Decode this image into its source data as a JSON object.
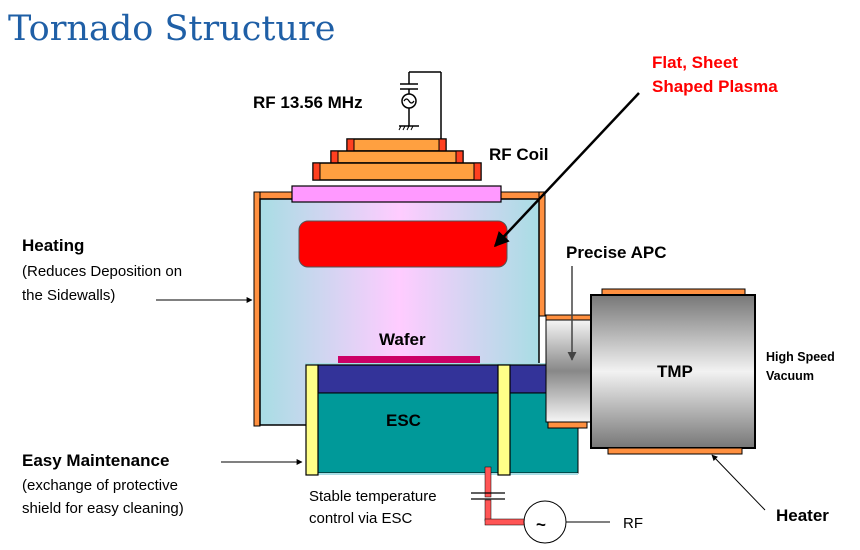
{
  "title": "Tornado Structure",
  "labels": {
    "rf_source": "RF 13.56 MHz",
    "rf_coil": "RF Coil",
    "plasma_line1": "Flat, Sheet",
    "plasma_line2": "Shaped Plasma",
    "heating_title": "Heating",
    "heating_line1": "(Reduces Deposition on",
    "heating_line2": "the Sidewalls)",
    "precise_apc": "Precise APC",
    "wafer": "Wafer",
    "esc": "ESC",
    "tmp": "TMP",
    "high_speed_line1": "High Speed",
    "high_speed_line2": "Vacuum",
    "maintenance_title": "Easy Maintenance",
    "maintenance_line1": "(exchange of protective",
    "maintenance_line2": "shield for easy cleaning)",
    "stable_line1": "Stable temperature",
    "stable_line2": "control via ESC",
    "rf_bias": "RF",
    "heater": "Heater",
    "ac_symbol": "~"
  },
  "colors": {
    "title": "#1f5fa6",
    "plasma": "#ff0000",
    "plasma_label": "#ff0000",
    "heater_orange": "#ff9040",
    "coil_orange": "#ffa040",
    "coil_end_red": "#ff4020",
    "window_pink": "#ff99ff",
    "chamber_edge": "#a8dde4",
    "chamber_center": "#ffccff",
    "wafer": "#cc0066",
    "esc_top": "#333399",
    "esc_body": "#009999",
    "shield_yellow": "#ffff88",
    "rf_line": "#ff5555",
    "tmp_dark": "#777777",
    "tmp_light": "#f2f2f2"
  }
}
